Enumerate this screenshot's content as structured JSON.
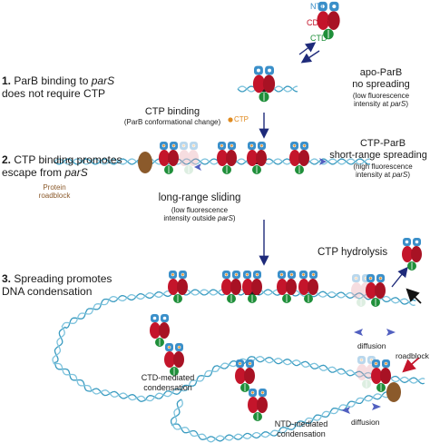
{
  "legend": {
    "ntd": "NTD",
    "cdbd": "CDBD",
    "ctd": "CTD"
  },
  "colors": {
    "ntd": "#3a8fc9",
    "cdbd": "#c4152b",
    "ctd": "#1f8f3a",
    "ctp": "#e08a1e",
    "dna": "#3a9bc0",
    "arrow": "#1e2a7a",
    "roadblock": "#8b5a2b",
    "red_arrow": "#c4152b"
  },
  "steps": [
    {
      "number": "1.",
      "text_a": "ParB binding to ",
      "italic": "parS",
      "text_b": "",
      "line2": "does not require CTP"
    },
    {
      "number": "2.",
      "text_a": "CTP binding promotes",
      "italic": "",
      "text_b": "",
      "line2": "escape from parS"
    },
    {
      "number": "3.",
      "text_a": "Spreading promotes",
      "italic": "",
      "text_b": "",
      "line2": "DNA condensation"
    }
  ],
  "labels": {
    "apo_title": "apo-ParB",
    "apo_sub": "no spreading",
    "apo_note1": "(low fluorescence",
    "apo_note2": "intensity at parS)",
    "ctp_binding": "CTP binding",
    "ctp_binding_sub": "(ParB conformational change)",
    "ctp": "CTP",
    "ctp_parb": "CTP-ParB",
    "short_range": "short-range spreading",
    "high_note1": "(high fluorescence",
    "high_note2": "intensity at parS)",
    "protein_roadblock1": "Protein",
    "protein_roadblock2": "roadblock",
    "long_range": "long-range sliding",
    "long_note1": "(low fluorescence",
    "long_note2": "intensity outside parS)",
    "ctp_hydrolysis": "CTP hydrolysis",
    "diffusion": "diffusion",
    "roadblock": "roadblock",
    "ctd_mediated1": "CTD-mediated",
    "ctd_mediated2": "condensation",
    "ntd_mediated1": "NTD-mediated",
    "ntd_mediated2": "condensation",
    "pars": "parS"
  }
}
